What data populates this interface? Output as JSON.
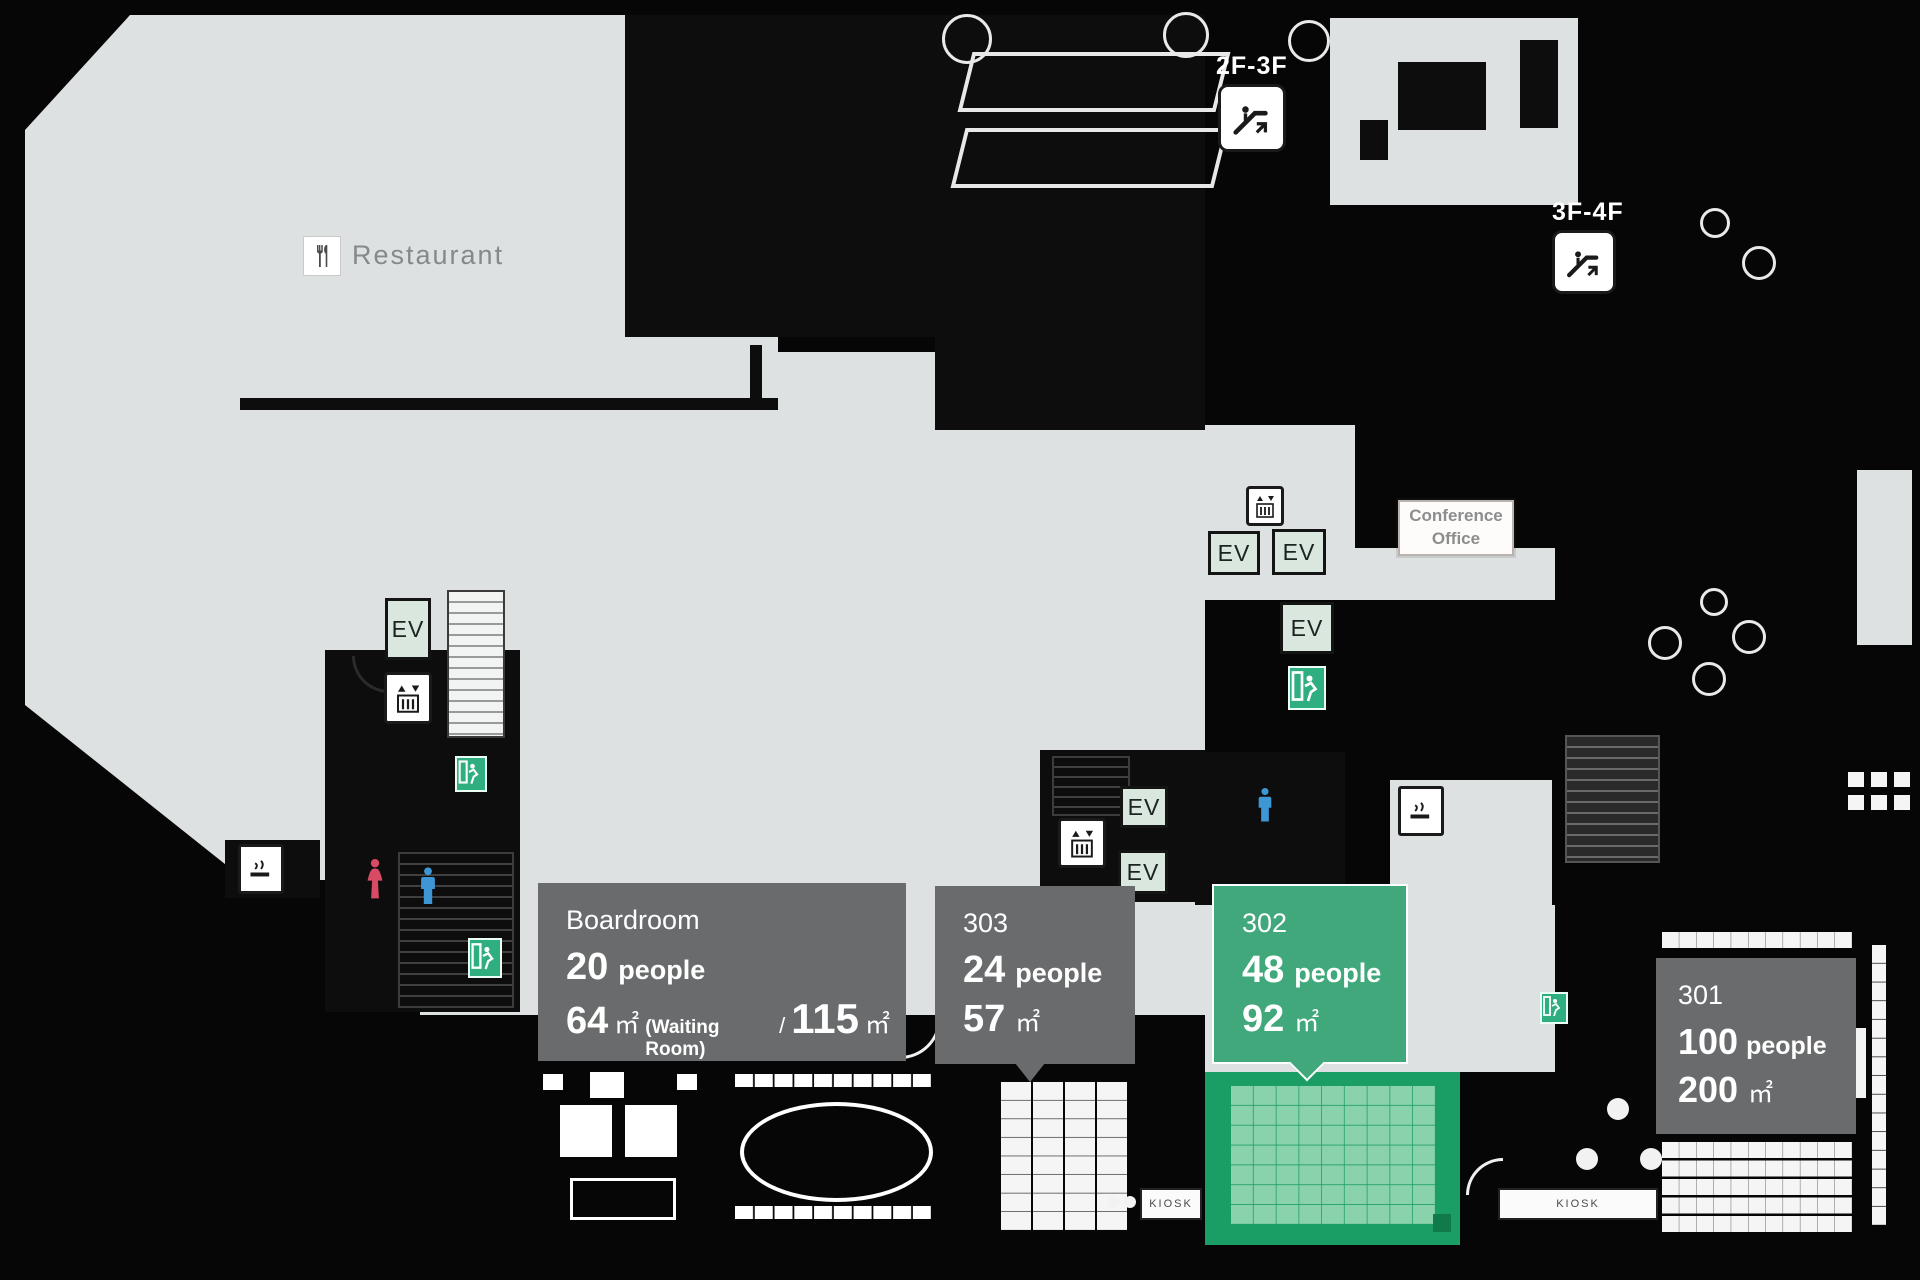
{
  "map": {
    "restaurant_label": "Restaurant",
    "office_line1": "Conference",
    "office_line2": "Office",
    "kiosk_left": "KIOSK",
    "kiosk_right": "KIOSK",
    "ev_label": "EV",
    "escalator_upper_label": "2F-3F",
    "escalator_lower_label": "3F-4F"
  },
  "icons": {
    "restaurant": "fork-knife-icon",
    "escalator": "escalator-icon",
    "elevator": "elevator-icon",
    "exit": "emergency-exit-icon",
    "smoking": "smoking-area-icon",
    "male": "mens-restroom-icon",
    "female": "womens-restroom-icon"
  },
  "rooms": {
    "boardroom": {
      "name": "Boardroom",
      "people": "20",
      "people_unit": "people",
      "area_main": "64",
      "sqm": "㎡",
      "area_note": "(Waiting Room)",
      "separator": "/",
      "area_total": "115"
    },
    "r303": {
      "name": "303",
      "people": "24",
      "people_unit": "people",
      "area": "57",
      "sqm": "㎡"
    },
    "r302": {
      "name": "302",
      "people": "48",
      "people_unit": "people",
      "area": "92",
      "sqm": "㎡",
      "highlighted": true
    },
    "r301": {
      "name": "301",
      "people": "100",
      "people_unit": "people",
      "area": "200",
      "sqm": "㎡"
    }
  },
  "colors": {
    "floor": "#dde1e2",
    "wall": "#0d0d0d",
    "tooltip_gray": "#696b6c",
    "tooltip_green": "#41a87b",
    "room_green": "#1b9d66",
    "seat_green": "#8ad2ab",
    "ev_fill": "#d9e7df",
    "exit_green": "#2fae7f",
    "male_blue": "#3e97d4",
    "female_red": "#d94b64"
  }
}
